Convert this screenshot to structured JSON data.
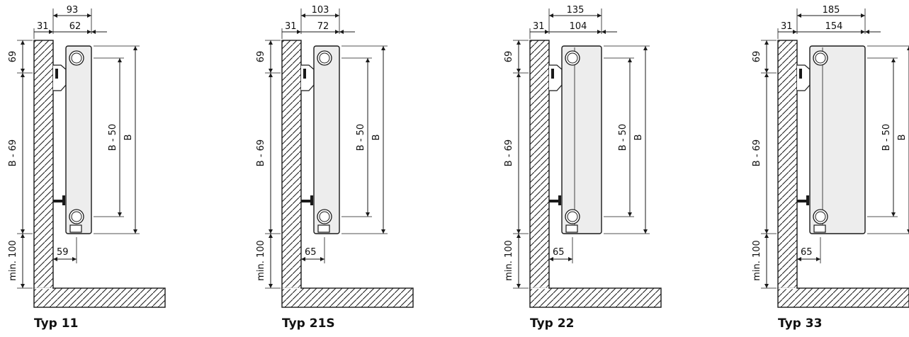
{
  "colors": {
    "ink": "#1a1a1a",
    "radiator_fill": "#ededed",
    "background": "#ffffff"
  },
  "diagrams": [
    {
      "type_label": "Typ 11",
      "depth_total": "93",
      "wall_gap": "31",
      "radiator_depth": "62",
      "top_offset": "69",
      "upper_span": "B - 69",
      "floor_clearance": "min. 100",
      "bracket_offset": "59",
      "connection_height": "B - 50",
      "height": "B"
    },
    {
      "type_label": "Typ 21S",
      "depth_total": "103",
      "wall_gap": "31",
      "radiator_depth": "72",
      "top_offset": "69",
      "upper_span": "B - 69",
      "floor_clearance": "min. 100",
      "bracket_offset": "65",
      "connection_height": "B - 50",
      "height": "B"
    },
    {
      "type_label": "Typ 22",
      "depth_total": "135",
      "wall_gap": "31",
      "radiator_depth": "104",
      "top_offset": "69",
      "upper_span": "B - 69",
      "floor_clearance": "min. 100",
      "bracket_offset": "65",
      "connection_height": "B - 50",
      "height": "B"
    },
    {
      "type_label": "Typ 33",
      "depth_total": "185",
      "wall_gap": "31",
      "radiator_depth": "154",
      "top_offset": "69",
      "upper_span": "B - 69",
      "floor_clearance": "min. 100",
      "bracket_offset": "65",
      "connection_height": "B - 50",
      "height": "B"
    }
  ]
}
